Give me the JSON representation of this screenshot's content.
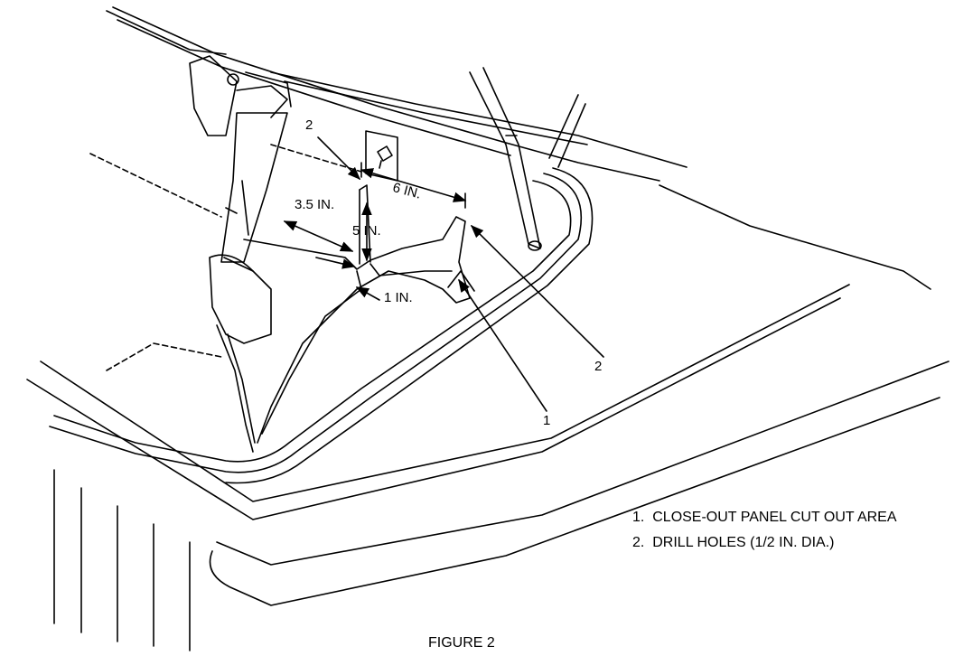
{
  "diagram": {
    "callouts": [
      "1",
      "2"
    ],
    "dimensions": {
      "width_6": "6 IN.",
      "depth_3_5": "3.5 IN.",
      "height_5": "5 IN.",
      "edge_1": "1 IN."
    },
    "legend": [
      {
        "number": "1.",
        "text": "CLOSE-OUT PANEL CUT OUT AREA"
      },
      {
        "number": "2.",
        "text": "DRILL HOLES (1/2 IN. DIA.)"
      }
    ],
    "caption": "FIGURE 2"
  }
}
